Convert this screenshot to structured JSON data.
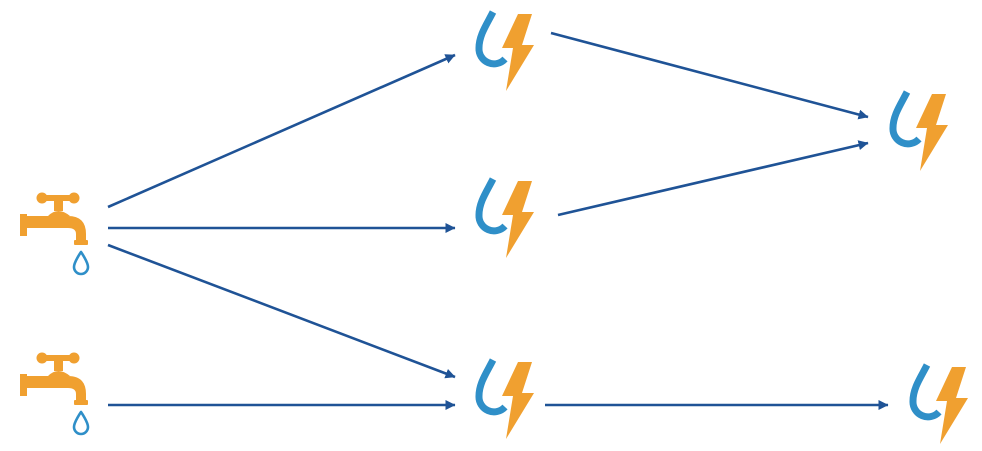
{
  "colors": {
    "tap": "#F0A030",
    "drop": "#2F8FC8",
    "bolt": "#F0A030",
    "edge": "#1F5396",
    "background": "#FFFFFF"
  },
  "nodes": [
    {
      "id": "source-1",
      "kind": "water-source",
      "icon": "faucet-icon"
    },
    {
      "id": "source-2",
      "kind": "water-source",
      "icon": "faucet-icon"
    },
    {
      "id": "hydro-top",
      "kind": "hydropower-plant",
      "icon": "water-drop-lightning-icon"
    },
    {
      "id": "hydro-middle",
      "kind": "hydropower-plant",
      "icon": "water-drop-lightning-icon"
    },
    {
      "id": "hydro-bottom",
      "kind": "hydropower-plant",
      "icon": "water-drop-lightning-icon"
    },
    {
      "id": "hydro-right-top",
      "kind": "hydropower-plant",
      "icon": "water-drop-lightning-icon"
    },
    {
      "id": "hydro-right-bottom",
      "kind": "hydropower-plant",
      "icon": "water-drop-lightning-icon"
    }
  ],
  "edges": [
    {
      "from": "source-1",
      "to": "hydro-top"
    },
    {
      "from": "source-1",
      "to": "hydro-middle"
    },
    {
      "from": "source-1",
      "to": "hydro-bottom"
    },
    {
      "from": "source-2",
      "to": "hydro-bottom"
    },
    {
      "from": "hydro-top",
      "to": "hydro-right-top"
    },
    {
      "from": "hydro-middle",
      "to": "hydro-right-top"
    },
    {
      "from": "hydro-bottom",
      "to": "hydro-right-bottom"
    }
  ]
}
